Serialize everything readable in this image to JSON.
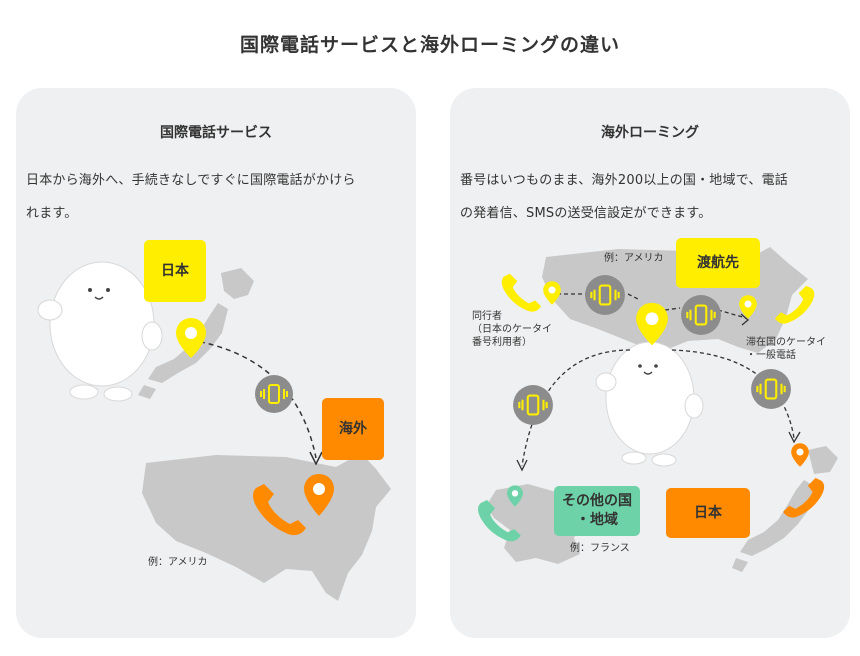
{
  "title": "国際電話サービスと海外ローミングの違い",
  "left": {
    "title": "国際電話サービス",
    "desc_line1": "日本から海外へ、手続きなしですぐに国際電話がかけら",
    "desc_line2": "れます。",
    "label_japan": "日本",
    "label_overseas": "海外",
    "caption_us": "例：アメリカ"
  },
  "right": {
    "title": "海外ローミング",
    "desc_line1": "番号はいつものまま、海外200以上の国・地域で、電話",
    "desc_line2": "の発着信、SMSの送受信設定ができます。",
    "label_destination": "渡航先",
    "caption_us": "例：アメリカ",
    "companion_line1": "同行者",
    "companion_line2": "（日本のケータイ",
    "companion_line3": "番号利用者）",
    "local_line1": "滞在国のケータイ",
    "local_line2": "・一般電話",
    "other_line1": "その他の国",
    "other_line2": "・地域",
    "caption_france": "例：フランス",
    "label_japan": "日本"
  },
  "colors": {
    "yellow": "#ffee00",
    "orange": "#ff8a00",
    "green": "#6dd2a7",
    "gray_icon": "#8c8c8c",
    "map_gray": "#c8c8c8"
  }
}
